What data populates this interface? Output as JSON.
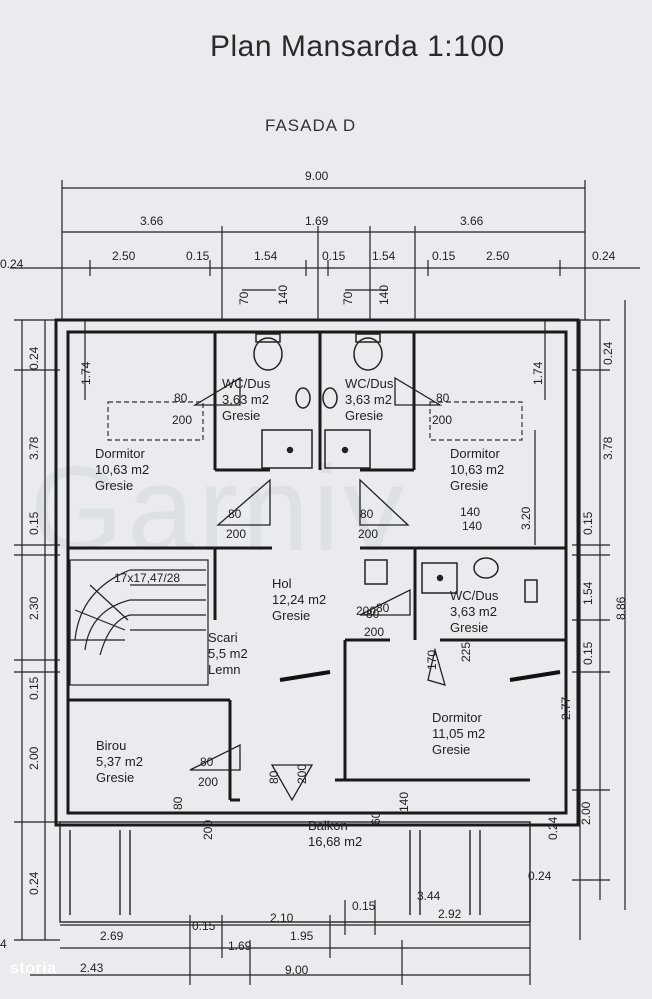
{
  "header": {
    "title": "Plan Mansarda 1:100",
    "subtitle": "FASADA D"
  },
  "brand": {
    "logo_text": "storia",
    "watermark": "Garniv"
  },
  "rooms": [
    {
      "name": "Dormitor",
      "area": "10,63 m2",
      "floor": "Gresie"
    },
    {
      "name": "WC/Dus",
      "area": "3,63 m2",
      "floor": "Gresie"
    },
    {
      "name": "WC/Dus",
      "area": "3,63 m2",
      "floor": "Gresie"
    },
    {
      "name": "Dormitor",
      "area": "10,63 m2",
      "floor": "Gresie"
    },
    {
      "name": "Hol",
      "area": "12,24 m2",
      "floor": "Gresie"
    },
    {
      "name": "Scari",
      "area": "5,5 m2",
      "floor": "Lemn"
    },
    {
      "name": "WC/Dus",
      "area": "3,63 m2",
      "floor": "Gresie"
    },
    {
      "name": "Birou",
      "area": "5,37 m2",
      "floor": "Gresie"
    },
    {
      "name": "Dormitor",
      "area": "11,05 m2",
      "floor": "Gresie"
    },
    {
      "name": "Balkon",
      "area": "16,68 m2",
      "floor": ""
    }
  ],
  "stair_label": "17x17,47/28",
  "dims_top": [
    "9.00",
    "3.66",
    "1.69",
    "3.66",
    "2.50",
    "0.15",
    "1.54",
    "0.15",
    "1.54",
    "0.15",
    "2.50",
    "0.24",
    "0.24",
    "70",
    "140",
    "70",
    "140"
  ],
  "dims_left": [
    "0.24",
    "3.78",
    "0.15",
    "2.30",
    "0.15",
    "2.00",
    "0.24",
    "1.74"
  ],
  "dims_right": [
    "0.24",
    "3.78",
    "0.15",
    "1.54",
    "0.15",
    "2.77",
    "0.24",
    "2.00",
    "8.86",
    "1.74",
    "3.20"
  ],
  "dims_bottom": [
    "2.69",
    "0.15",
    "2.10",
    "0.15",
    "3.44",
    "0.24",
    "2.43",
    "1.69",
    "1.95",
    "2.92",
    "9.00",
    "4"
  ],
  "door_labels": [
    "80",
    "200",
    "80",
    "200",
    "80",
    "200",
    "80",
    "200",
    "80",
    "200",
    "80",
    "200",
    "80",
    "200",
    "80",
    "200",
    "60",
    "140",
    "170",
    "225",
    "140",
    "140",
    "80",
    "200"
  ]
}
